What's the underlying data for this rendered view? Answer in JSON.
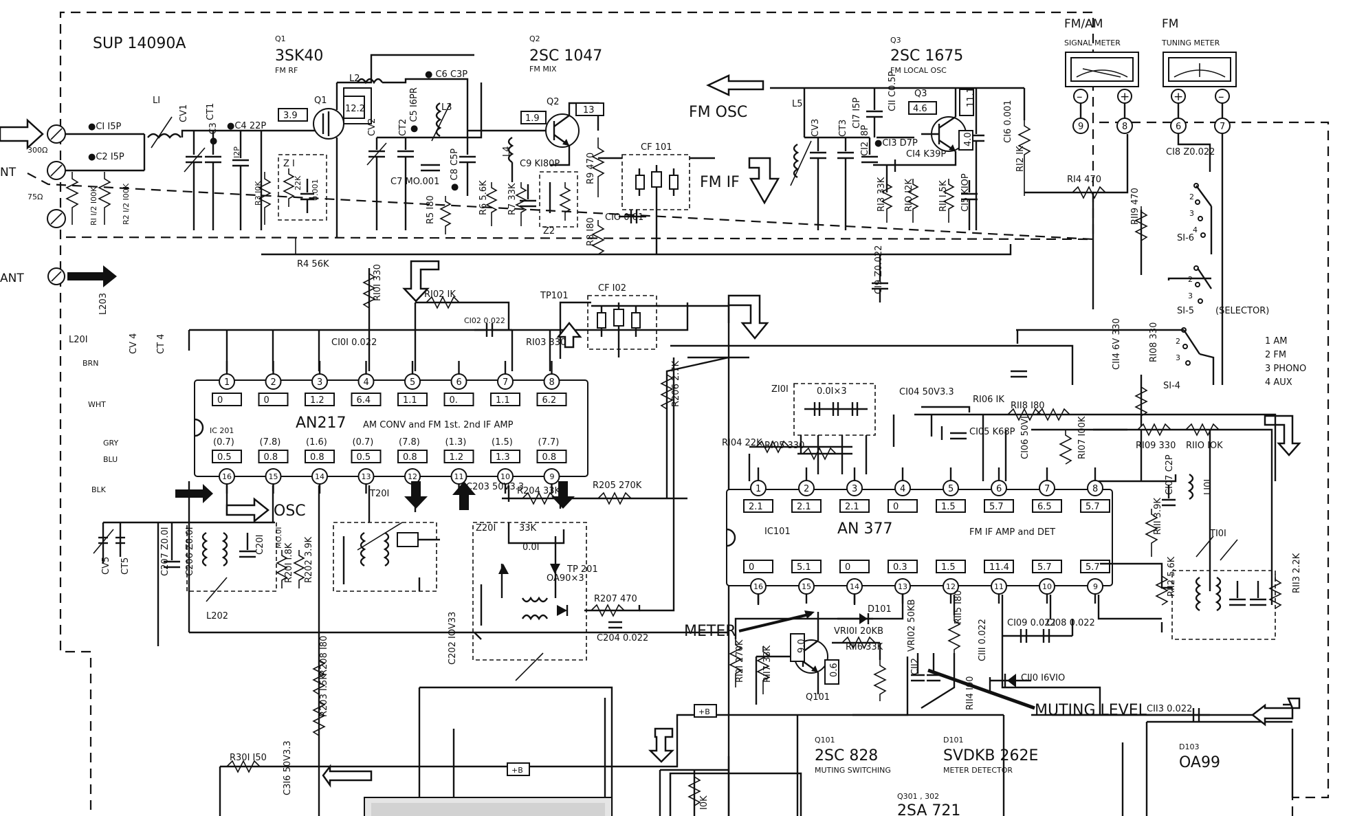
{
  "board": {
    "id": "SUP 14090A"
  },
  "transistors": {
    "q1": {
      "ref": "Q1",
      "part": "3SK40",
      "role": "FM RF"
    },
    "q2": {
      "ref": "Q2",
      "part": "2SC 1047",
      "role": "FM MIX"
    },
    "q3": {
      "ref": "Q3",
      "part": "2SC 1675",
      "role": "FM LOCAL OSC"
    },
    "q101": {
      "ref": "Q101",
      "part": "2SC 828",
      "role": "MUTING SWITCHING"
    },
    "d101": {
      "ref": "D101",
      "part": "SVDKB 262E",
      "role": "METER DETECTOR"
    },
    "q301": {
      "ref": "Q301 , 302",
      "part": "2SA 721"
    },
    "d103": {
      "ref": "D103",
      "part": "OA99"
    }
  },
  "meters": {
    "signal": {
      "group": "FM/AM",
      "label": "SIGNAL METER",
      "pins": [
        "9",
        "8"
      ]
    },
    "tuning": {
      "group": "FM",
      "label": "TUNING METER",
      "pins": [
        "6",
        "7"
      ]
    }
  },
  "ic201": {
    "ref": "IC 201",
    "part": "AN217",
    "desc": "AM CONV and FM 1st. 2nd IF AMP",
    "top_pins": [
      "1",
      "2",
      "3",
      "4",
      "5",
      "6",
      "7",
      "8"
    ],
    "top_volts": [
      "0",
      "0",
      "1.2",
      "6.4",
      "1.1",
      "0.",
      "1.1",
      "6.2"
    ],
    "bottom_pins": [
      "16",
      "15",
      "14",
      "13",
      "12",
      "11",
      "10",
      "9"
    ],
    "bottom_volts": [
      "0.5",
      "0.8",
      "0.8",
      "0.5",
      "0.8",
      "1.2",
      "1.3",
      "0.8"
    ],
    "bottom_volts_alt": [
      "(0.7)",
      "(7.8)",
      "(1.6)",
      "(0.7)",
      "(7.8)",
      "(1.3)",
      "(1.5)",
      "(7.7)"
    ]
  },
  "ic101": {
    "ref": "IC101",
    "part": "AN 377",
    "desc": "FM IF AMP and DET",
    "top_pins": [
      "1",
      "2",
      "3",
      "4",
      "5",
      "6",
      "7",
      "8"
    ],
    "top_volts": [
      "2.1",
      "2.1",
      "2.1",
      "0",
      "1.5",
      "5.7",
      "6.5",
      "5.7"
    ],
    "bottom_pins": [
      "16",
      "15",
      "14",
      "13",
      "12",
      "11",
      "10",
      "9"
    ],
    "bottom_volts": [
      "0",
      "5.1",
      "0",
      "0.3",
      "1.5",
      "11.4",
      "5.7",
      "5.7"
    ]
  },
  "signals": {
    "fm_osc": "FM OSC",
    "fm_if": "FM IF",
    "osc": "OSC",
    "meter": "METER",
    "muting_level": "MUTING LEVEL",
    "selector": "(SELECTOR)",
    "ant1": "NT",
    "ant2": "ANT",
    "tp101": "TP101",
    "tp201": "TP 201",
    "b_plus": "+B"
  },
  "selector_legend": [
    "1 AM",
    "2 FM",
    "3 PHONO",
    "4 AUX"
  ],
  "switch_sections": [
    "SI-6",
    "SI-5",
    "SI-4"
  ],
  "voltages": {
    "q1_a": "3.9",
    "q1_b": "12.2",
    "q2_a": "1.9",
    "q2_b": "13",
    "q3_a": "4.6",
    "q3_b": "11.1",
    "q3_c": "4.0",
    "q101_a": "9.0",
    "q101_b": "0.6"
  },
  "parts": {
    "c1": "●CI  I5P",
    "c2": "●C2  I5P",
    "l1": "LI",
    "cv1": "CV1",
    "ct1": "CT1",
    "c3": "● C3",
    "c4": "●C4  22P",
    "c4b": "I2P",
    "r1": "RI I/2 I00K",
    "r2": "R2 I/2 I00K",
    "r3": "R3 I0K",
    "z1": "Z I",
    "z1v": "22K",
    "z1c": "0.001",
    "ohm300": "300Ω",
    "ohm75": "75Ω",
    "l2": "L2",
    "cv2": "CV2",
    "ct2": "CT2",
    "c5": "● C5  I6PR",
    "c6": "● C6  C3P",
    "l3": "L3",
    "c7": "C7  MO.001",
    "c8": "● C8  C5P",
    "r5": "R5 I80",
    "l4": "L4",
    "c9": "C9  KI80P",
    "r6": "R6 5.6K",
    "r7": "R7 33K",
    "z2": "Z2",
    "r8": "R8 I80",
    "r9": "R9 470",
    "cf101": "CF 101",
    "c10": "CIO  0.01",
    "l5": "L5",
    "cv3": "CV3",
    "ct3": "CT3",
    "c12": "CI2 I8P",
    "c17": "CI7 I5P",
    "c11": "CII  C0.5P",
    "c13": "●CI3  D7P",
    "c14": "CI4  K39P",
    "c16": "CI6  0.001",
    "r12": "RI2  IK",
    "r13": "RI3  33K",
    "r10": "RIO  I2K",
    "r11": "RII  I.5K",
    "c15": "CI5  KIOP",
    "r4": "R4  56K",
    "c19": "CI9  Z0.022",
    "r14": "RI4  470",
    "r119": "RII9  470",
    "c18": "CI8  Z0.022",
    "l203": "L203",
    "l201": "L20I",
    "brn": "BRN",
    "wht": "WHT",
    "gry": "GRY",
    "blu": "BLU",
    "blk": "BLK",
    "cv4": "CV 4",
    "ct4": "CT 4",
    "r101": "RI0I  330",
    "r102": "RI02  IK",
    "c102": "CI02  0.022",
    "c101": "CI0I  0.022",
    "r103": "RI03  330",
    "cf102": "CF I02",
    "cv5": "CV5",
    "ct5": "CT5",
    "c207": "C207  Z0.0I",
    "c206": "C206  Z0.0I",
    "c201": "C20I",
    "r201": "R20I  I.8K",
    "c201b": "MO.0I",
    "r202": "R202  3.9K",
    "l202": "L202",
    "t201": "T20I",
    "c203": "C203  50V3.3",
    "r204": "R204  33K",
    "z201": "Z20I",
    "z201v": "33K",
    "z201c": "0.0I",
    "c202": "C202  IOV33",
    "oa90": "OA90×3",
    "r207": "R207  470",
    "c204": "C204  0.022",
    "r205": "R205  270K",
    "r206": "R206  2.7K",
    "r208": "R208  I80",
    "r203": "R203  I.5K",
    "r301": "R30I  I50",
    "c316": "C3I6  50V3.3",
    "r10k": "I0K",
    "z101": "ZI0I",
    "z101v": "0.0I×3",
    "c104": "CI04  50V3.3",
    "r106": "RI06  IK",
    "r118": "RII8  I80",
    "c105": "CI05  K68P",
    "c106": "CI06  50VI",
    "r107": "RI07  I00K",
    "r104": "RI04  22K",
    "r105": "RI05  330",
    "r108": "RI08  330",
    "c114": "CII4  6V 330",
    "r109": "RI09  330",
    "r110": "RIIO  IOK",
    "c107": "CI07  C2P",
    "l101": "LI0I",
    "r111": "RIII  3.9K",
    "t101": "TI0I",
    "r112": "RII2  5.6K",
    "r113": "RII3  2.2K",
    "vr101": "VRI0I  20KB",
    "r116": "RII6  33K",
    "vr102": "VRI02  50KB",
    "r115": "RII5  I80",
    "c109": "CI09  0.022",
    "c108": "CI08  0.022",
    "c110": "CII0  I6VIO",
    "c111": "CIII  0.022",
    "r121": "RI2I  270K",
    "r117": "RII7  33K",
    "r114": "RII4  I00",
    "c113": "CII3  0.022",
    "c112": "CII2"
  }
}
